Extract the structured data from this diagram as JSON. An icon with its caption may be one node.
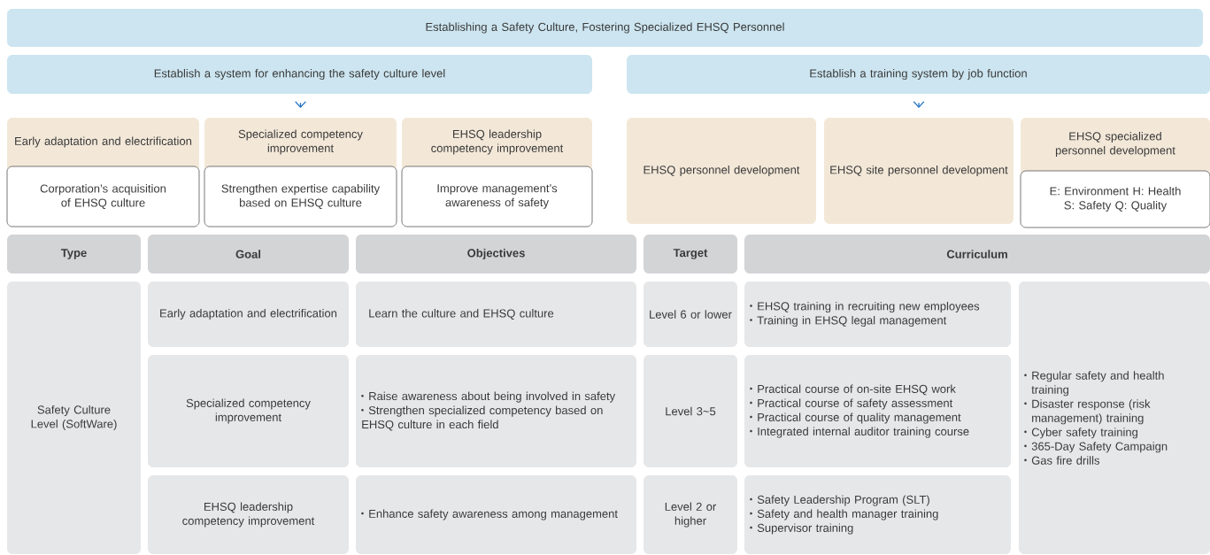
{
  "diagram": {
    "nodes": [
      {
        "text": [
          "Establishing a Safety Culture, Fostering Specialized EHSQ Personnel"
        ]
      },
      {
        "text": [
          "Establish a system for enhancing the safety culture level"
        ]
      },
      {
        "text": [
          "Establish a training system by job function"
        ]
      },
      {
        "text": [
          "Early adaptation and electrification",
          "Corporation’s acquisition of EHSQ culture"
        ]
      },
      {
        "text": [
          "Specialized competency improvement",
          "Strengthen expertise capability based on EHSQ culture"
        ]
      },
      {
        "text": [
          "EHSQ leadership competency improvement",
          "Improve management’s awareness of safety"
        ]
      },
      {
        "text": [
          "EHSQ personnel development"
        ]
      },
      {
        "text": [
          "EHSQ site personnel development"
        ]
      },
      {
        "text": [
          "EHSQ specialized personnel development",
          "E: Environment H: Health S: Safety Q: Quality"
        ]
      }
    ],
    "edges": [
      {
        "from": 1,
        "to": 4,
        "arrow": "to"
      },
      {
        "from": 2,
        "to": 7,
        "arrow": "to"
      }
    ],
    "labels": [
      "Type",
      "Goal",
      "Objectives",
      "Target",
      "Curriculum",
      "Safety Culture Level (SoftWare)",
      "Early adaptation and electrification",
      "Learn the culture and EHSQ culture",
      "Level 6 or lower",
      "EHSQ training in recruiting new employees",
      "Training in EHSQ legal management",
      "Regular safety and health training",
      "Disaster response (risk management) training",
      "Cyber safety training",
      "365-Day Safety Campaign",
      "Gas fire drills",
      "Specialized competency improvement",
      "Raise awareness about being involved in safety",
      "Strengthen specialized competency based on EHSQ culture in each field",
      "Level 3~5",
      "Practical course of on-site EHSQ work",
      "Practical course of safety assessment",
      "Practical course of quality management",
      "Integrated internal auditor training course",
      "EHSQ leadership competency improvement",
      "Enhance safety awareness among management",
      "Level 2 or higher",
      "Safety Leadership Program (SLT)",
      "Safety and health manager training",
      "Supervisor training"
    ]
  }
}
